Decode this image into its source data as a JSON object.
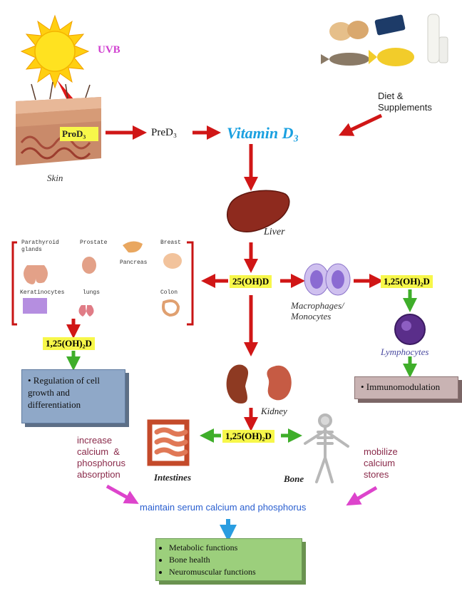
{
  "sources": {
    "uvb": "UVB",
    "pro_d3": "ProD₃",
    "skin": "Skin",
    "pre_d3": "PreD₃",
    "diet": "Diet &\nSupplements",
    "vitamin_d3": "Vitamin D₃"
  },
  "liver": {
    "label": "Liver",
    "product": "25(OH)D"
  },
  "tissues": {
    "parathyroid": "Parathyroid\nglands",
    "prostate": "Prostate",
    "pancreas": "Pancreas",
    "breast": "Breast",
    "keratinocytes": "Keratinocytes",
    "lungs": "lungs",
    "colon": "Colon",
    "product": "1,25(OH)₂D",
    "effects": [
      "Regulation of cell growth and differentiation"
    ]
  },
  "immune": {
    "macrophages": "Macrophages/\nMonocytes",
    "product": "1,25(OH)₂D",
    "lymphocytes": "Lymphocytes",
    "effects": [
      "Immunomodulation"
    ]
  },
  "kidney": {
    "label": "Kidney",
    "product": "1,25(OH)₂D"
  },
  "intestines": {
    "label": "Intestines",
    "effect": "increase\ncalcium  &\nphosphorus\nabsorption"
  },
  "bone": {
    "label": "Bone",
    "effect": "mobilize\ncalcium\nstores"
  },
  "outcome": {
    "serum": "maintain  serum calcium and phosphorus",
    "functions": [
      "Metabolic functions",
      "Bone health",
      "Neuromuscular functions"
    ]
  },
  "colors": {
    "red_arrow": "#d01616",
    "green_arrow": "#3fae2a",
    "magenta_arrow": "#dd44cc",
    "blue_arrow": "#2a9de0",
    "highlight": "#f7f74a",
    "box_blue": "#8fa8c8",
    "box_mauve": "#c9b3b3",
    "box_green": "#9ccf7c"
  }
}
